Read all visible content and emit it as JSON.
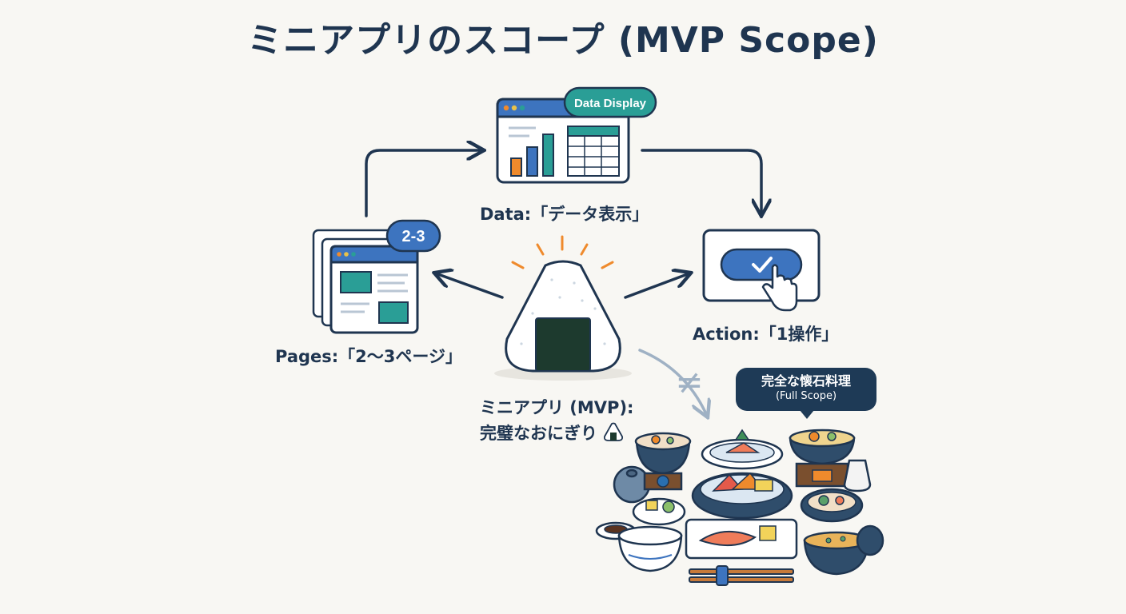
{
  "title": "ミニアプリのスコープ (MVP Scope)",
  "nodes": {
    "data": {
      "badge": "Data Display",
      "label": "Data:「データ表示」"
    },
    "pages": {
      "badge": "2-3",
      "label": "Pages:「2〜3ページ」"
    },
    "action": {
      "label": "Action:「1操作」"
    },
    "center": {
      "line1": "ミニアプリ (MVP):",
      "line2": "完璧なおにぎり"
    }
  },
  "not_equal_symbol": "≠",
  "full_scope": {
    "title": "完全な懐石料理",
    "subtitle": "(Full Scope)"
  },
  "colors": {
    "navy": "#1f3550",
    "accent_blue": "#3d74bf",
    "teal": "#2a9e96",
    "orange": "#ef8a2c",
    "nori": "#1d3a2e"
  },
  "icons": [
    "browser-window-chart-icon",
    "stacked-pages-icon",
    "button-click-icon",
    "onigiri-icon",
    "kaiseki-meal-icon",
    "chopsticks-icon"
  ]
}
